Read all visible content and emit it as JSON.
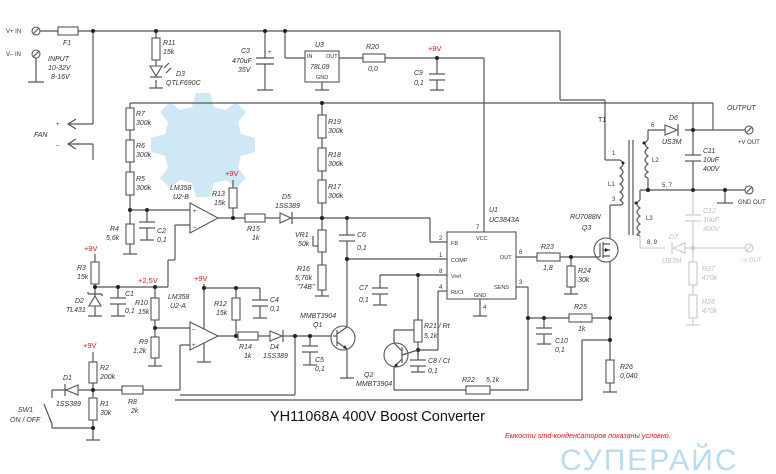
{
  "title": "YH11068A   400V Boost Converter",
  "note": "Емкости smd-конденсаторов показаны условно.",
  "watermark": "СУПЕРАЙС",
  "colors": {
    "wire": "#555555",
    "rail_label": "#e01818",
    "watermark": "#5fb4e0",
    "disabled": "#c8c8c8"
  },
  "connectors": {
    "vin_pos": "V+ IN",
    "vin_neg": "V– IN",
    "vout_pos": "+V OUT",
    "gnd_out": "GND OUT",
    "vout_neg": "–V OUT",
    "fan": "FAN",
    "fan_plus": "+",
    "fan_minus": "–",
    "output": "OUTPUT"
  },
  "input": {
    "label": "INPUT",
    "range1": "10-32V",
    "range2": "8-16V"
  },
  "rails": {
    "v9": "+9V",
    "v2_5": "+2,5V"
  },
  "components": {
    "F1": {
      "ref": "F1"
    },
    "R11": {
      "ref": "R11",
      "val": "15k"
    },
    "D3": {
      "ref": "D3",
      "val": "QTLF690C"
    },
    "C3": {
      "ref": "C3",
      "val": "470uF",
      "val2": "35V"
    },
    "U3": {
      "ref": "U3",
      "val": "78L09",
      "pin_in": "IN",
      "pin_out": "OUT",
      "pin_gnd": "GND"
    },
    "R20": {
      "ref": "R20",
      "val": "0,0"
    },
    "C9": {
      "ref": "C9",
      "val": "0,1"
    },
    "R7": {
      "ref": "R7",
      "val": "300k"
    },
    "R6": {
      "ref": "R6",
      "val": "300k"
    },
    "R5": {
      "ref": "R5",
      "val": "300k"
    },
    "R4": {
      "ref": "R4",
      "val": "5,6k"
    },
    "C2": {
      "ref": "C2",
      "val": "0,1"
    },
    "U2B": {
      "ref": "U2-B",
      "val": "LM358"
    },
    "R13": {
      "ref": "R13",
      "val": "15k"
    },
    "R15": {
      "ref": "R15",
      "val": "1k"
    },
    "D5": {
      "ref": "D5",
      "val": "1SS389"
    },
    "R19": {
      "ref": "R19",
      "val": "300k"
    },
    "R18": {
      "ref": "R18",
      "val": "300k"
    },
    "R17": {
      "ref": "R17",
      "val": "300k"
    },
    "VR1": {
      "ref": "VR1",
      "val": "50k"
    },
    "R16": {
      "ref": "R16",
      "val": "5,76k",
      "val2": "\"74B\""
    },
    "C6": {
      "ref": "C6",
      "val": "0,1"
    },
    "U1": {
      "ref": "U1",
      "val": "UC3843A",
      "pins": {
        "vcc": "VCC",
        "fb": "FB",
        "comp": "COMP",
        "vref": "Vref",
        "rtct": "Rt/Ct",
        "gnd": "GND",
        "out": "OUT",
        "sens": "SENS"
      },
      "pin_nums": {
        "vcc": "7",
        "fb": "2",
        "comp": "1",
        "vref": "8",
        "rtct": "4",
        "gnd": "4",
        "out": "6",
        "sens": "3"
      }
    },
    "R23": {
      "ref": "R23",
      "val": "1,8"
    },
    "R24": {
      "ref": "R24",
      "val": "30k"
    },
    "Q3": {
      "ref": "Q3",
      "val": "RU7088N"
    },
    "R25": {
      "ref": "R25",
      "val": "1k"
    },
    "C10": {
      "ref": "C10",
      "val": "0,1"
    },
    "R26": {
      "ref": "R26",
      "val": "0,040"
    },
    "T1": {
      "ref": "T1",
      "L1": "L1",
      "L2": "L2",
      "L3": "L3",
      "pin1": "1",
      "pin3": "3",
      "pin6": "6",
      "pin57": "5, 7",
      "pin89": "8, 9"
    },
    "D6": {
      "ref": "D6",
      "val": "US3M"
    },
    "C11": {
      "ref": "C11",
      "val": "10uF",
      "val2": "400V"
    },
    "D7": {
      "ref": "D7",
      "val": "US3M"
    },
    "C12": {
      "ref": "C12",
      "val": "10uF",
      "val2": "400V"
    },
    "R27": {
      "ref": "R27",
      "val": "470k"
    },
    "R28": {
      "ref": "R28",
      "val": "470k"
    },
    "R3": {
      "ref": "R3",
      "val": "15k"
    },
    "D2": {
      "ref": "D2",
      "val": "TL431"
    },
    "C1": {
      "ref": "C1",
      "val": "0,1"
    },
    "R10": {
      "ref": "R10",
      "val": "15k"
    },
    "R9": {
      "ref": "R9",
      "val": "1,2k"
    },
    "U2A": {
      "ref": "U2-A",
      "val": "LM358"
    },
    "R12": {
      "ref": "R12",
      "val": "15k"
    },
    "C4": {
      "ref": "C4",
      "val": "0,1"
    },
    "R14": {
      "ref": "R14",
      "val": "1k"
    },
    "D4": {
      "ref": "D4",
      "val": "1SS389"
    },
    "C5": {
      "ref": "C5",
      "val": "0,1"
    },
    "Q1": {
      "ref": "Q1",
      "val": "MMBT3904"
    },
    "Q2": {
      "ref": "Q2",
      "val": "MMBT3904"
    },
    "C7": {
      "ref": "C7",
      "val": "0,1"
    },
    "R21": {
      "ref": "R21 / Rt",
      "val": "5,1k"
    },
    "C8": {
      "ref": "C8 / Ct",
      "val": "0,1"
    },
    "R22": {
      "ref": "R22",
      "val": "5,1k"
    },
    "R2": {
      "ref": "R2",
      "val": "200k"
    },
    "R1": {
      "ref": "R1",
      "val": "30k"
    },
    "R8": {
      "ref": "R8",
      "val": "2k"
    },
    "D1": {
      "ref": "D1",
      "val": "1SS389"
    },
    "SW1": {
      "ref": "SW1",
      "val": "ON / OFF"
    }
  }
}
